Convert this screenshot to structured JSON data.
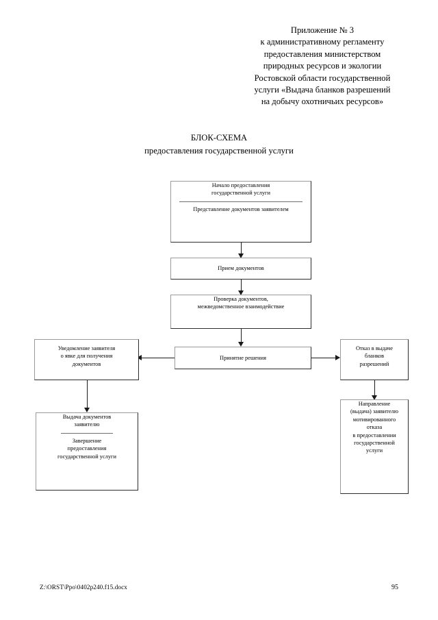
{
  "header": {
    "lines": [
      "Приложение № 3",
      "к административному регламенту",
      "предоставления министерством",
      "природных ресурсов и экологии",
      "Ростовской области государственной",
      "услуги «Выдача бланков разрешений",
      "на добычу охотничьих ресурсов»"
    ]
  },
  "title": {
    "line1": "БЛОК-СХЕМА",
    "line2": "предоставления государственной услуги"
  },
  "flowchart": {
    "nodes": {
      "start": {
        "top_lines": [
          "Начало предоставления",
          "государственной услуги"
        ],
        "bottom_lines": [
          "Представление документов заявителем"
        ]
      },
      "receive": {
        "lines": [
          "Прием документов"
        ]
      },
      "check": {
        "lines": [
          "Проверка документов,",
          "межведомственное взаимодействие"
        ]
      },
      "decision": {
        "lines": [
          "Принятие решения"
        ]
      },
      "notify": {
        "lines": [
          "Уведомление заявителя",
          "о явке для получения",
          "документов"
        ]
      },
      "refusal": {
        "lines": [
          "Отказ в выдаче",
          "бланков",
          "разрешений"
        ]
      },
      "issue": {
        "top_lines": [
          "Выдача документов",
          "заявителю"
        ],
        "bottom_lines": [
          "Завершение",
          "предоставления",
          "государственной услуги"
        ]
      },
      "send_refusal": {
        "lines": [
          "Направление",
          "(выдача) заявителю",
          "мотивированного",
          "отказа",
          "в предоставлении",
          "государственной",
          "услуги"
        ]
      }
    }
  },
  "footer": {
    "path": "Z:\\ORST\\Ppo\\0402p240.f15.docx",
    "page": "95"
  },
  "colors": {
    "text": "#000000",
    "border_light": "#9a9a9a",
    "border_dark": "#2b2b2b",
    "connector": "#1a1a1a",
    "background": "#ffffff"
  }
}
